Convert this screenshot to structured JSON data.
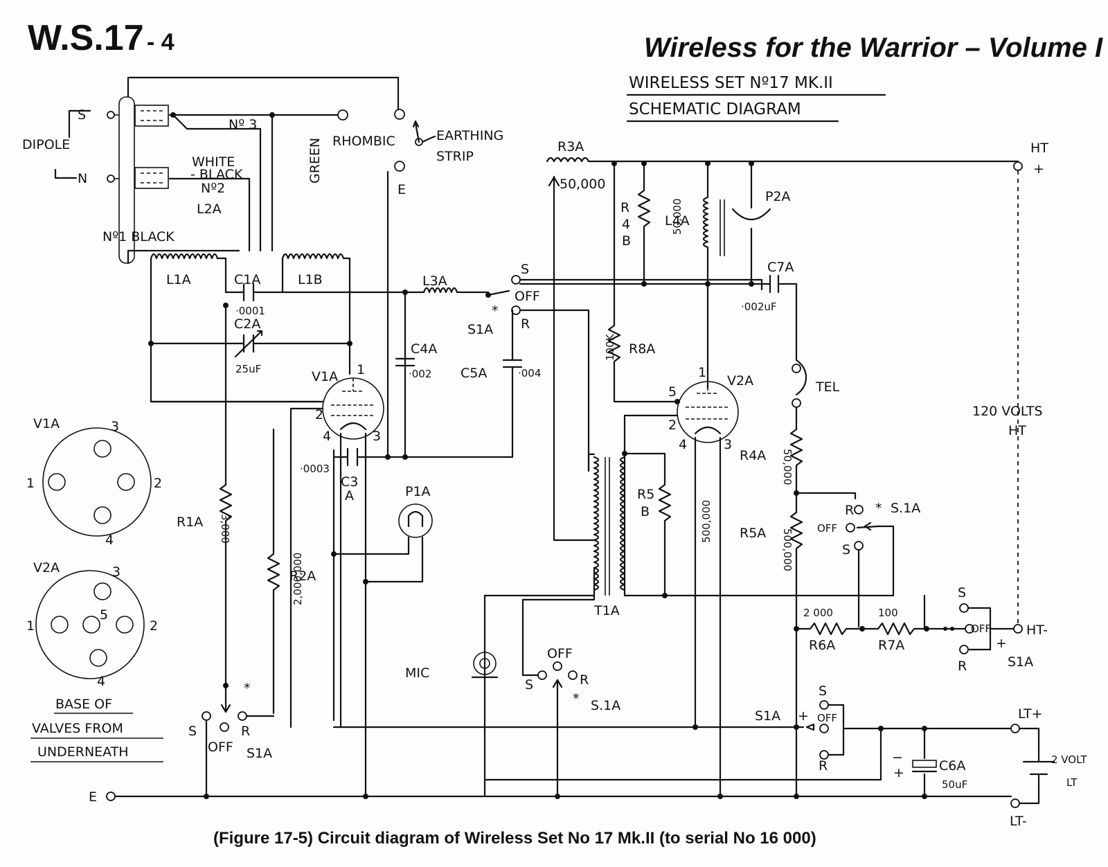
{
  "header": {
    "code_main": "W.S.17",
    "code_sub": "- 4",
    "book_title": "Wireless for the Warrior – Volume I",
    "schematic_title_1": "WIRELESS SET Nº17 MK.II",
    "schematic_title_2": "SCHEMATIC DIAGRAM"
  },
  "caption": "(Figure 17-5) Circuit diagram of Wireless Set No 17 Mk.II (to serial No 16 000)",
  "labels": {
    "dipole": "DIPOLE",
    "s": "S",
    "n": "N",
    "no3": "Nº 3",
    "green": "GREEN",
    "white_black": "WHITE",
    "white_black2": "- BLACK",
    "no2": "Nº2",
    "l2a": "L2A",
    "no1_black": "Nº1 BLACK",
    "rhombic": "RHOMBIC",
    "earthing": "EARTHING",
    "strip": "STRIP",
    "e": "E",
    "l1a": "L1A",
    "c1a": "C1A",
    "l1b": "L1B",
    "c1a_val": "·0001",
    "c2a": "C2A",
    "c2a_val": "25uF",
    "l3a": "L3A",
    "off": "OFF",
    "s1a": "S1A",
    "r": "R",
    "c4a": "C4A",
    "c4a_val": "·002",
    "c5a": "C5A",
    "c5a_val": "·004",
    "v1a": "V1A",
    "c3a_val": "·0003",
    "c3": "C3",
    "a": "A",
    "p1a": "P1A",
    "r1a": "R1A",
    "r1a_val": "3,000",
    "r2a": "R2A",
    "r2a_val": "2,000,000",
    "r3a": "R3A",
    "r3a_val": "50,000",
    "r4b": "R",
    "r4b_2": "4",
    "r4b_3": "B",
    "r4b_val": "50,000",
    "l4a": "L4A",
    "p2a": "P2A",
    "c7a": "C7A",
    "c7a_val": "·002uF",
    "r8a": "R8A",
    "r8a_val": "100K",
    "v2a": "V2A",
    "tel": "TEL",
    "r4a": "R4A",
    "r4a_val": "50,000",
    "r5b": "R5",
    "r5b_2": "B",
    "r5b_val": "500,000",
    "r5a": "R5A",
    "r5a_val": "500,000",
    "s1a_dot": "S.1A",
    "t1a": "T1A",
    "mic": "MIC",
    "r6a": "R6A",
    "r6a_val": "2 000",
    "r7a": "R7A",
    "r7a_val": "100",
    "ht": "HT",
    "ht_plus": "+",
    "volts": "120 VOLTS",
    "volts2": "HT",
    "ht_minus": "HT-",
    "c6a": "C6A",
    "c6a_val": "50uF",
    "lt_plus": "LT+",
    "lt_minus": "LT-",
    "volt2": "2 VOLT",
    "lt": "LT",
    "base1": "BASE OF",
    "base2": "VALVES FROM",
    "base3": "UNDERNEATH",
    "v1a_base": "V1A",
    "v2a_base": "V2A",
    "pin1": "1",
    "pin2": "2",
    "pin3": "3",
    "pin4": "4",
    "pin5": "5"
  }
}
